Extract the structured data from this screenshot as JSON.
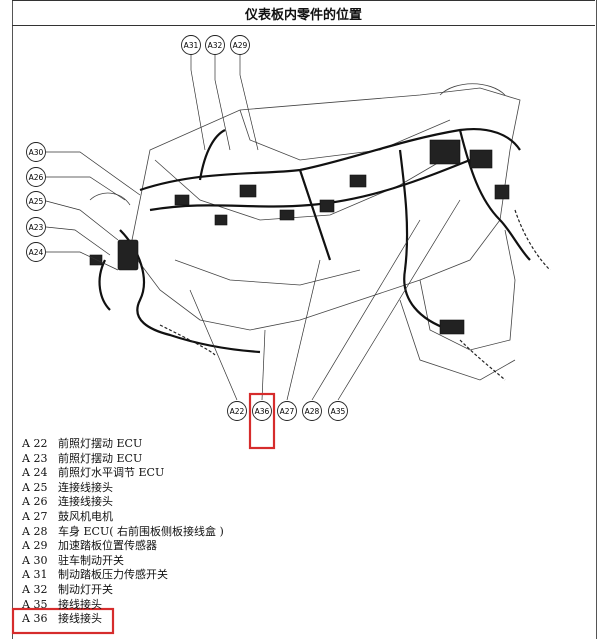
{
  "title": "仪表板内零件的位置",
  "callouts_top": [
    "A31",
    "A32",
    "A29"
  ],
  "callouts_left": [
    "A30",
    "A26",
    "A25",
    "A23",
    "A24"
  ],
  "callouts_bottom": [
    "A22",
    "A36",
    "A27",
    "A28",
    "A35"
  ],
  "highlight_color": "#d62c2c",
  "legend": [
    {
      "code": "A 22",
      "desc": "前照灯摆动 ECU"
    },
    {
      "code": "A 23",
      "desc": "前照灯摆动 ECU"
    },
    {
      "code": "A 24",
      "desc": "前照灯水平调节 ECU"
    },
    {
      "code": "A 25",
      "desc": "连接线接头"
    },
    {
      "code": "A 26",
      "desc": "连接线接头"
    },
    {
      "code": "A 27",
      "desc": "鼓风机电机"
    },
    {
      "code": "A 28",
      "desc": "车身 ECU( 右前围板侧板接线盒 )"
    },
    {
      "code": "A 29",
      "desc": "加速踏板位置传感器"
    },
    {
      "code": "A 30",
      "desc": "驻车制动开关"
    },
    {
      "code": "A 31",
      "desc": "制动踏板压力传感开关"
    },
    {
      "code": "A 32",
      "desc": "制动灯开关"
    },
    {
      "code": "A 35",
      "desc": "接线接头"
    },
    {
      "code": "A 36",
      "desc": "接线接头"
    }
  ]
}
